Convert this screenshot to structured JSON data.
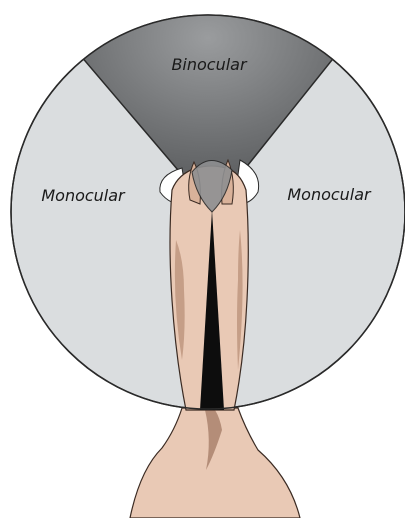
{
  "labels": {
    "binocular": "Binocular",
    "monocular_left": "Monocular",
    "monocular_right": "Monocular"
  },
  "colors": {
    "monocular_field": "#dadddf",
    "binocular_field": "#6d6f72",
    "blind_spot": "#0d0d0d",
    "horse_skin": "#e9c9b5",
    "horse_shadow": "#b58b74",
    "outline": "#2a2a2a"
  }
}
